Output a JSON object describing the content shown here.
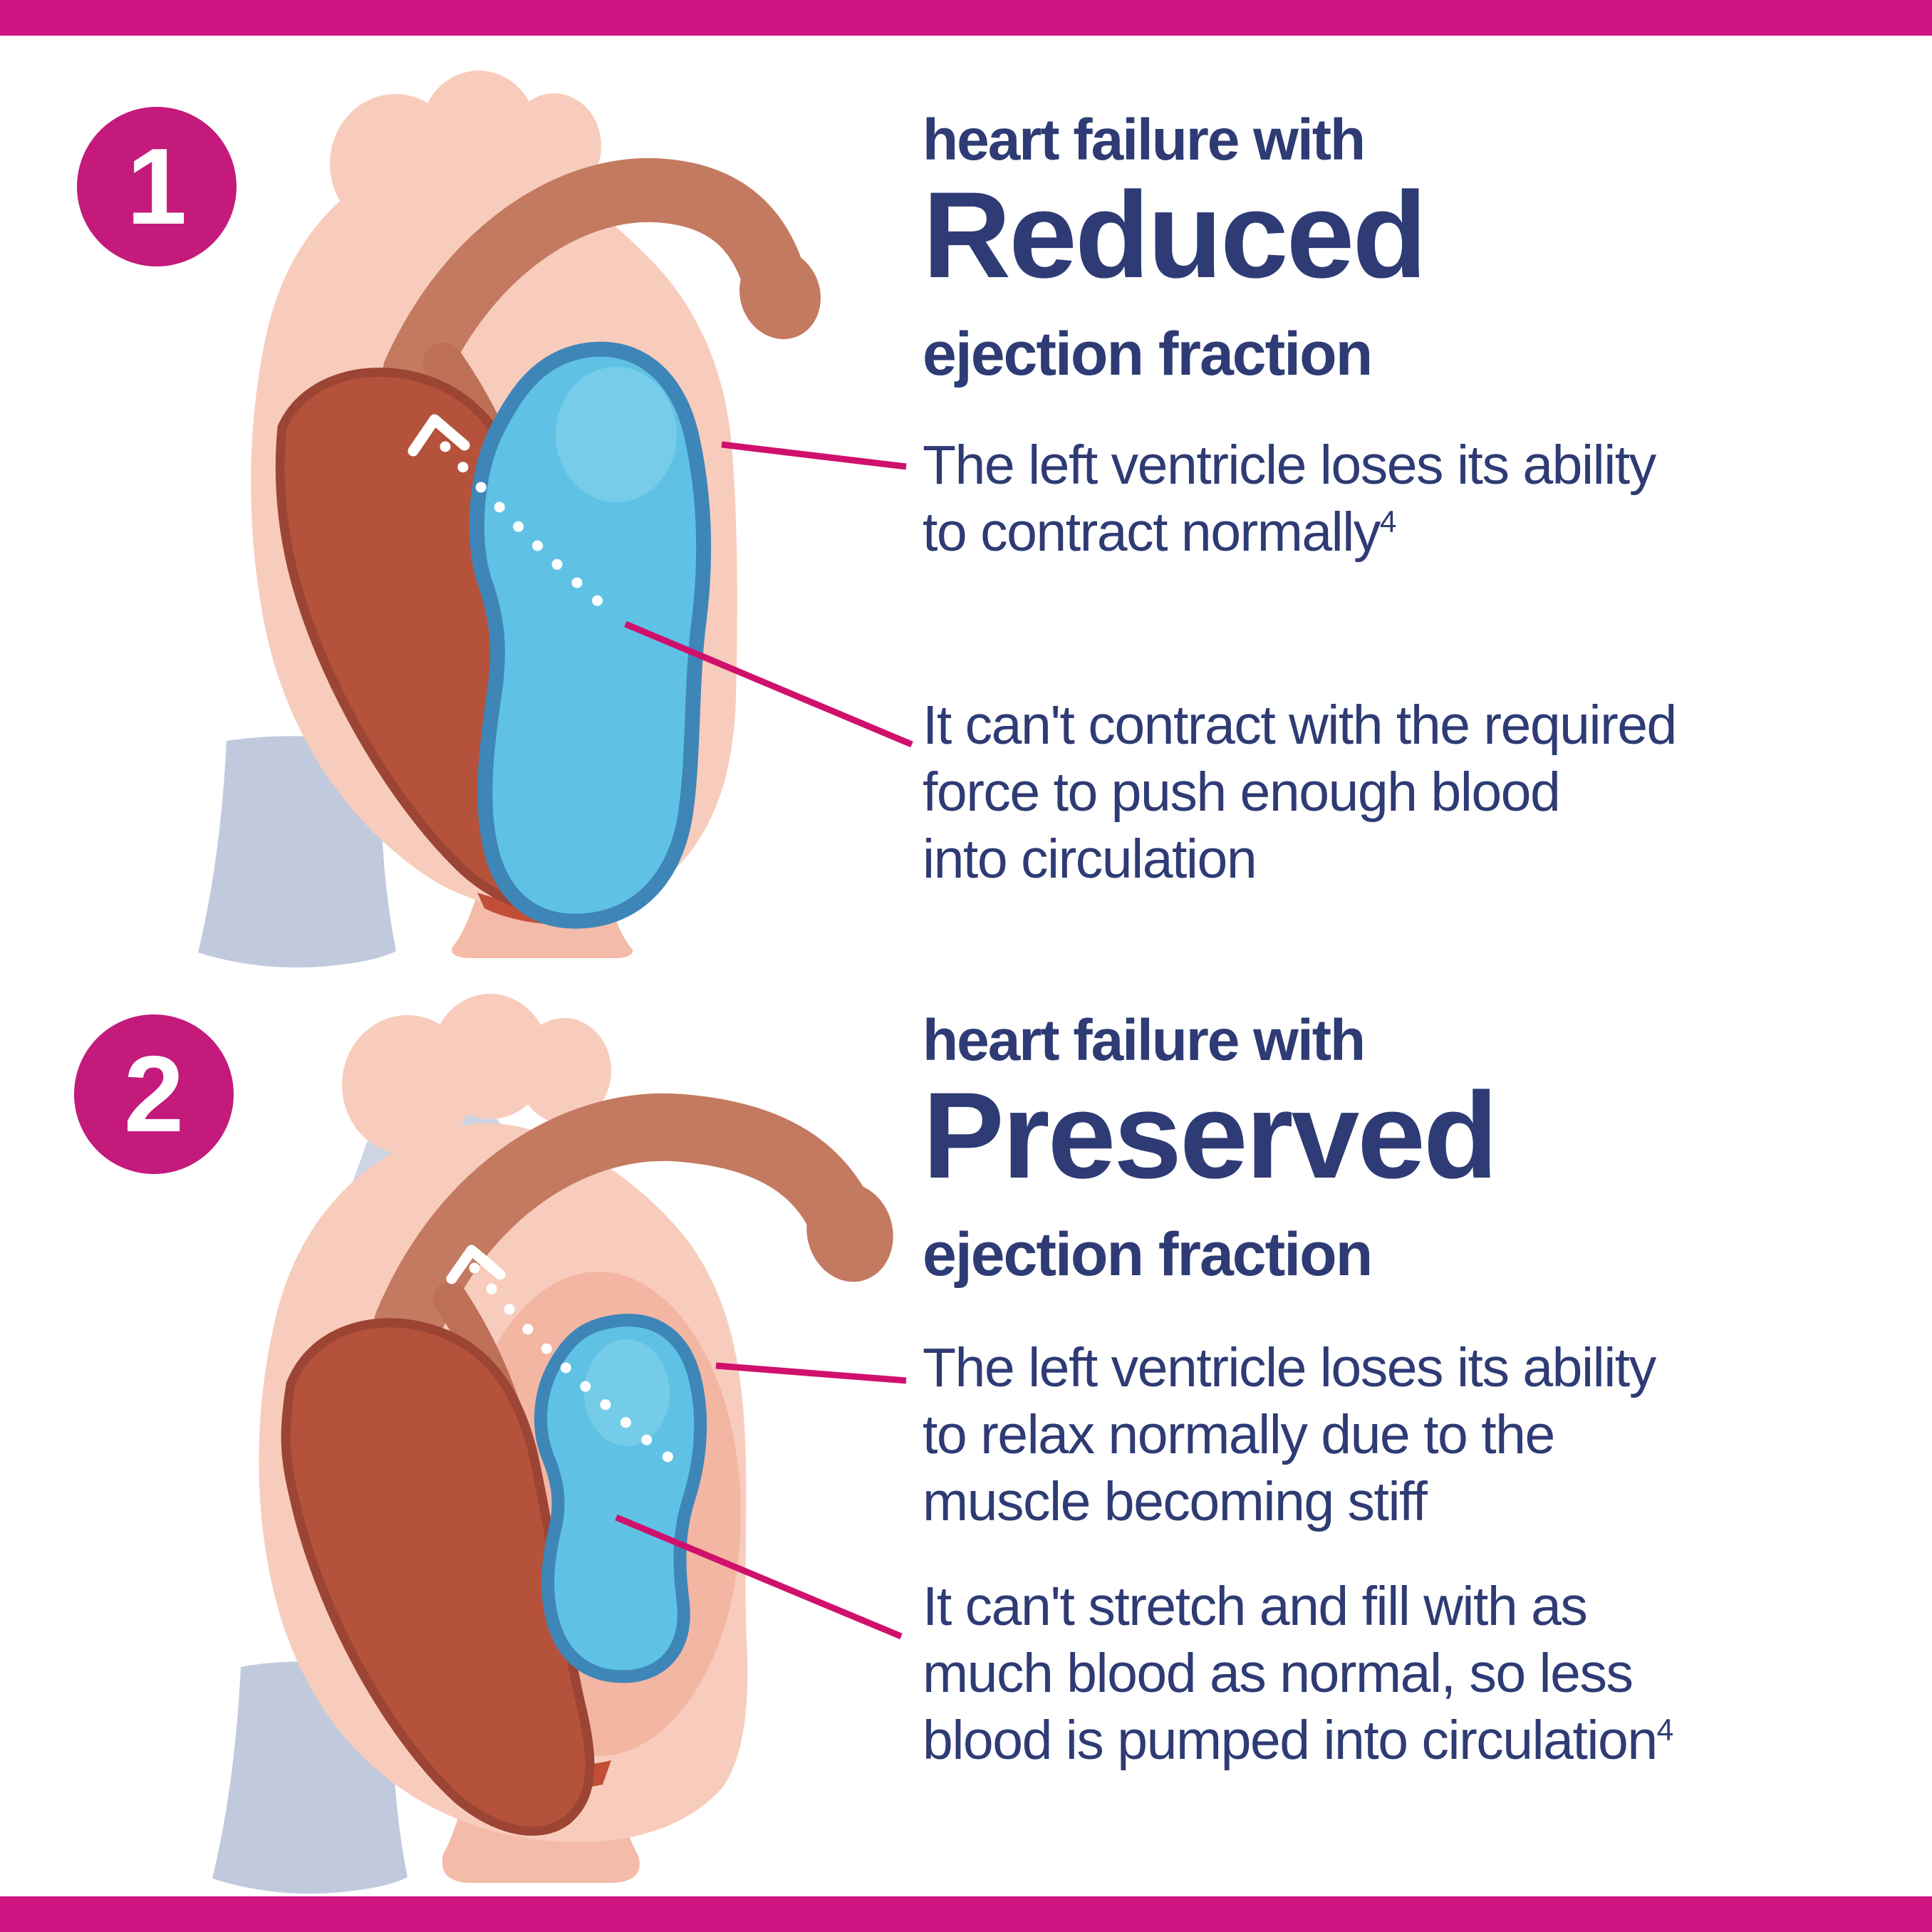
{
  "panel1": {
    "badge": "1",
    "eyebrow": "heart failure with",
    "title": "Reduced",
    "subtitle": "ejection fraction",
    "callout1_lines": [
      "The left ventricle loses its ability",
      "to contract normally"
    ],
    "callout1_sup": "4",
    "callout2_lines": [
      "It can't contract with the required",
      "force to push enough blood",
      "into circulation"
    ],
    "callout2_sup": ""
  },
  "panel2": {
    "badge": "2",
    "eyebrow": "heart failure with",
    "title": "Preserved",
    "subtitle": "ejection fraction",
    "callout1_lines": [
      "The left ventricle loses its ability",
      "to relax normally due to the",
      "muscle becoming stiff"
    ],
    "callout1_sup": "",
    "callout2_lines": [
      "It can't stretch and fill with as",
      "much blood as normal, so less",
      "blood is pumped into circulation"
    ],
    "callout2_sup": "4"
  },
  "palette": {
    "accent_bar": "#CE1581",
    "badge": "#C41A7C",
    "leader_line": "#D0106C",
    "text_navy": "#2E3B74",
    "heart_body_pink": "#F8CCBC",
    "thick_wall_pink": "#F3B6A3",
    "aorta_brown": "#C47A60",
    "muscle_red": "#B5523C",
    "muscle_red_outline": "#9C4534",
    "ventricle_blue": "#5FC2E5",
    "ventricle_blue_outline": "#3F86B8",
    "vessel_gray_blue": "#CDD4E4",
    "apex_stripe_red": "#C24E37",
    "flow_arrow": "#FFFFFF"
  }
}
